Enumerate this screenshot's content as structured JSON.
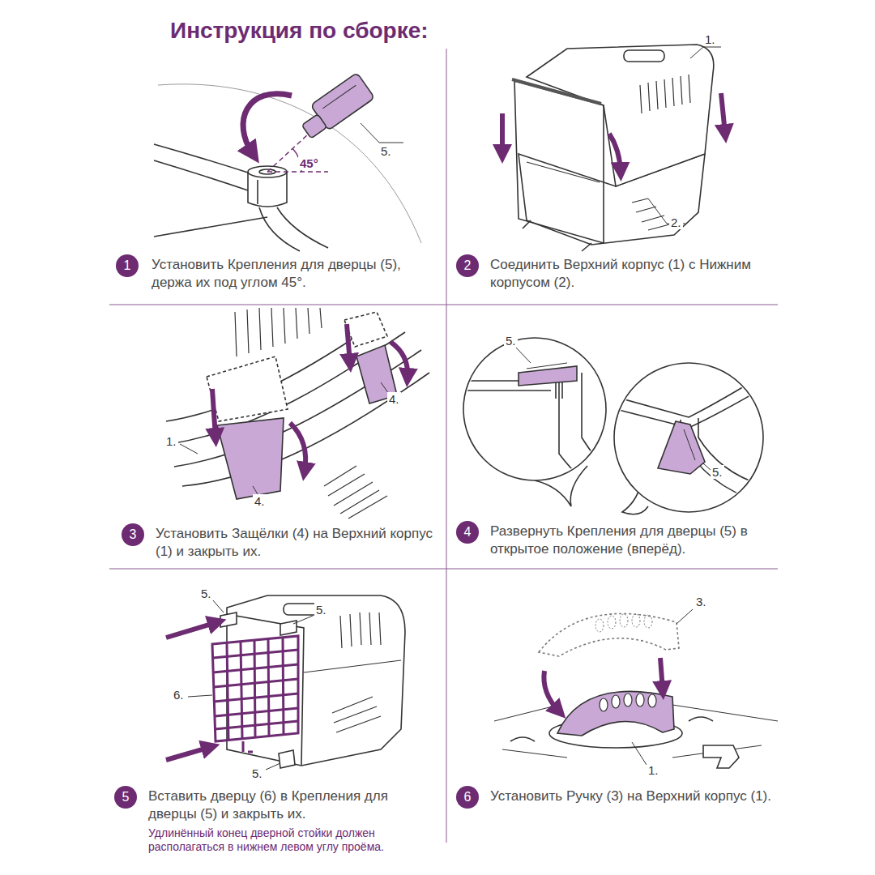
{
  "diagram": {
    "title": "Инструкция по сборке:",
    "nodes": [
      {
        "text": [
          "1"
        ]
      },
      {
        "text": [
          "2"
        ]
      },
      {
        "text": [
          "3"
        ]
      },
      {
        "text": [
          "4"
        ]
      },
      {
        "text": [
          "5"
        ]
      },
      {
        "text": [
          "6"
        ]
      }
    ],
    "labels": [
      "5.",
      "45°",
      "Установить Крепления для дверцы (5), держа их под углом 45°.",
      "1.",
      "2.",
      "Соединить Верхний корпус (1) с Нижним корпусом (2).",
      "4.",
      "1.",
      "4.",
      "Установить Защёлки (4) на Верхний корпус (1) и закрыть их.",
      "5.",
      "5.",
      "Развернуть Крепления для дверцы (5) в открытое положение (вперёд).",
      "5.",
      "5.",
      "6.",
      "5.",
      "Вставить дверцу (6) в Крепления для дверцы (5) и закрыть их.",
      "Удлинённый конец дверной стойки должен располагаться в нижнем левом углу проёма.",
      "3.",
      "1.",
      "Установить Ручку (3) на Верхний корпус (1)."
    ]
  }
}
